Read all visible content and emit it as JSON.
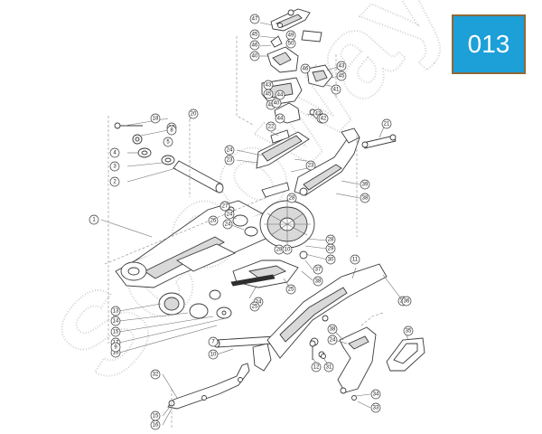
{
  "badge": {
    "label": "013",
    "color": "#1d9fd8"
  },
  "watermark": {
    "text": "Scooway"
  },
  "callouts": [
    "47",
    "45",
    "46",
    "40",
    "49",
    "50",
    "43",
    "45",
    "44",
    "45",
    "40",
    "46",
    "43",
    "45",
    "41",
    "44",
    "43",
    "43",
    "42",
    "18",
    "19",
    "20",
    "8",
    "4",
    "3",
    "2",
    "5",
    "27",
    "24",
    "22",
    "23",
    "23",
    "24",
    "24",
    "21",
    "39",
    "38",
    "1",
    "27",
    "26",
    "25",
    "28",
    "29",
    "30",
    "37",
    "11",
    "36",
    "38",
    "28",
    "28",
    "24",
    "25",
    "13",
    "14",
    "15",
    "17",
    "16",
    "7",
    "9",
    "10",
    "10",
    "36",
    "38",
    "24",
    "12",
    "31",
    "34",
    "35",
    "33",
    "32",
    "15",
    "16",
    "14"
  ]
}
